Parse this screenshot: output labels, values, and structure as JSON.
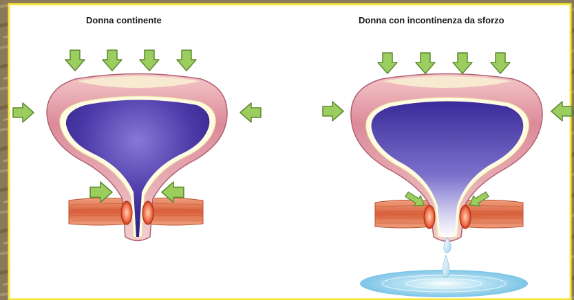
{
  "panels": [
    {
      "title": "Donna continente"
    },
    {
      "title": "Donna con incontinenza da sforzo"
    }
  ],
  "colors": {
    "background_texture": "#8a7a5a",
    "panel_fill": "#ffffff",
    "panel_border": "#f6e53a",
    "bladder_wall": "#dc8a9a",
    "bladder_wall_light": "#f5d8d0",
    "bladder_lining": "#fffbe0",
    "urine_dark": "#3a2a9a",
    "urine_light": "#ffffff",
    "arrow_fill": "#9ccd5f",
    "arrow_stroke": "#5c8a2e",
    "muscle": "#d9603a",
    "muscle_ring": "#e84520",
    "puddle": "#9fd6ee"
  },
  "icons": [
    "pressure-arrow",
    "sphincter-muscle",
    "urine-droplet",
    "urine-puddle"
  ]
}
